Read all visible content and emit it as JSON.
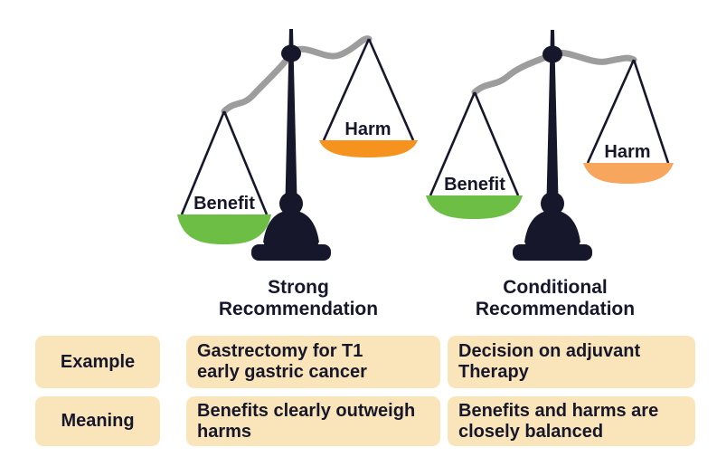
{
  "colors": {
    "ink": "#16172a",
    "beam_gray": "#9d9d9d",
    "benefit_green": "#6cbe45",
    "harm_orange_strong": "#f6921e",
    "harm_orange_conditional": "#f8a55e",
    "cell_beige": "#fae5ba"
  },
  "scales": {
    "strong": {
      "title": [
        "Strong",
        "Recommendation"
      ],
      "benefit_label": "Benefit",
      "harm_label": "Harm"
    },
    "conditional": {
      "title": [
        "Conditional",
        "Recommendation"
      ],
      "benefit_label": "Benefit",
      "harm_label": "Harm"
    }
  },
  "table": {
    "rows": [
      {
        "label": "Example",
        "strong": [
          "Gastrectomy for T1",
          "early gastric cancer"
        ],
        "conditional": [
          "Decision on adjuvant",
          "Therapy"
        ]
      },
      {
        "label": "Meaning",
        "strong": [
          "Benefits clearly outweigh",
          "harms"
        ],
        "conditional": [
          "Benefits and harms are",
          "closely balanced"
        ]
      }
    ]
  }
}
